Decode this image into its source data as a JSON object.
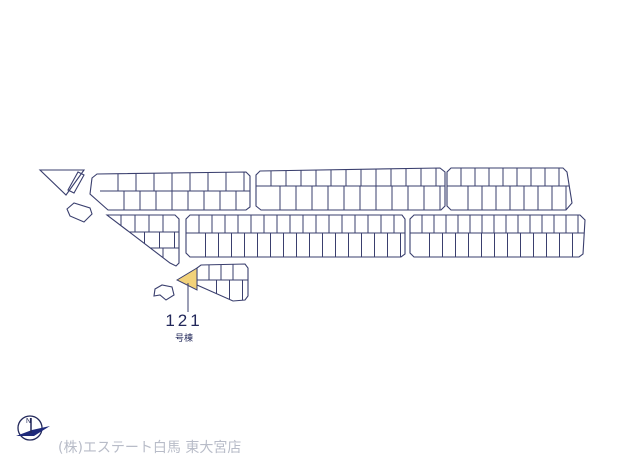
{
  "site_plan": {
    "highlighted_lot": {
      "number": "121",
      "suffix": "号棟",
      "highlight_color": "#f2d27a"
    },
    "outline_color": "#3a3f6e"
  },
  "compass": {
    "label": "N",
    "icon": "north-arrow-icon"
  },
  "footer": {
    "company": "(株)エステート白馬 東大宮店"
  }
}
